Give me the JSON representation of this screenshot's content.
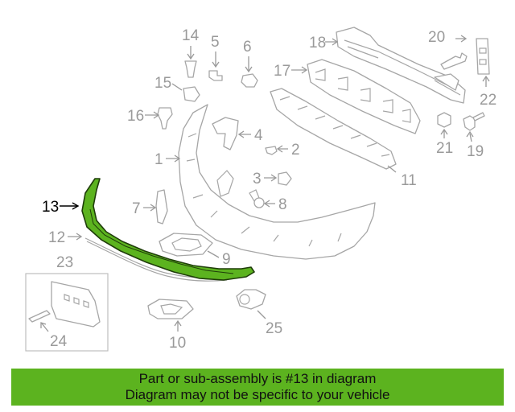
{
  "diagram": {
    "callouts": {
      "c1": "1",
      "c2": "2",
      "c3": "3",
      "c4": "4",
      "c5": "5",
      "c6": "6",
      "c7": "7",
      "c8": "8",
      "c9": "9",
      "c10": "10",
      "c11": "11",
      "c12": "12",
      "c13": "13",
      "c14": "14",
      "c15": "15",
      "c16": "16",
      "c17": "17",
      "c18": "18",
      "c19": "19",
      "c20": "20",
      "c21": "21",
      "c22": "22",
      "c23": "23",
      "c24": "24",
      "c25": "25"
    },
    "highlighted_part": "13",
    "highlight_color": "#5cb31f",
    "line_color": "#a6a6a6"
  },
  "banner": {
    "line1": "Part or sub-assembly is #13 in diagram",
    "line2": "Diagram may not be specific to your vehicle",
    "background": "#5cb31f"
  }
}
